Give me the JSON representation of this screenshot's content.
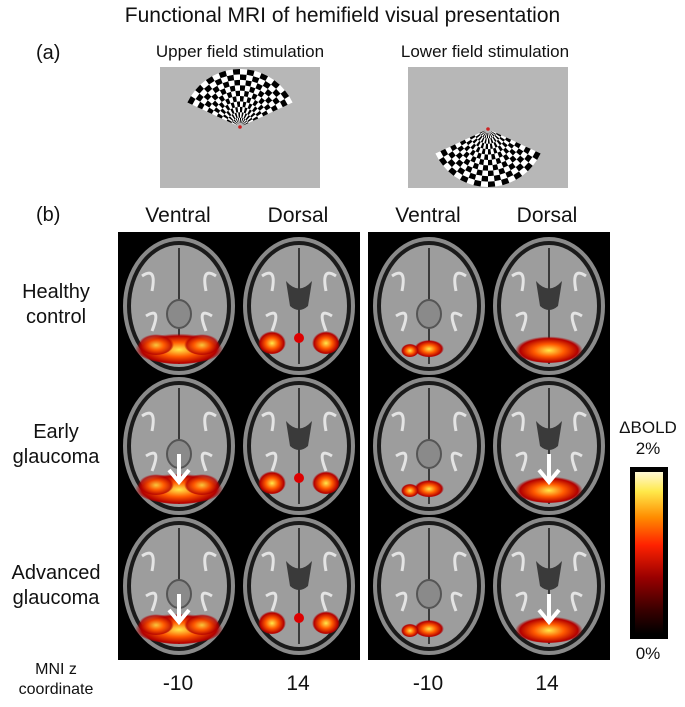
{
  "title": "Functional MRI of hemifield visual presentation",
  "panels": {
    "a": "(a)",
    "b": "(b)"
  },
  "stimuli": [
    {
      "label": "Upper field stimulation",
      "field": "upper"
    },
    {
      "label": "Lower field stimulation",
      "field": "lower"
    }
  ],
  "columns": [
    "Ventral",
    "Dorsal",
    "Ventral",
    "Dorsal"
  ],
  "rows": [
    {
      "line1": "Healthy",
      "line2": "control",
      "arrows": [
        false,
        false,
        false,
        false
      ]
    },
    {
      "line1": "Early",
      "line2": "glaucoma",
      "arrows": [
        true,
        false,
        false,
        true
      ]
    },
    {
      "line1": "Advanced",
      "line2": "glaucoma",
      "arrows": [
        true,
        false,
        false,
        true
      ]
    }
  ],
  "axis_label": {
    "line1": "MNI z",
    "line2": "coordinate"
  },
  "z_values": [
    "-10",
    "14",
    "-10",
    "14"
  ],
  "colorbar": {
    "title_line1": "ΔBOLD",
    "title_line2": "2%",
    "min_label": "0%"
  },
  "colors": {
    "stimulus_bg": "#b7b7b7",
    "panel_bg": "#000000",
    "arrow": "#ffffff"
  }
}
